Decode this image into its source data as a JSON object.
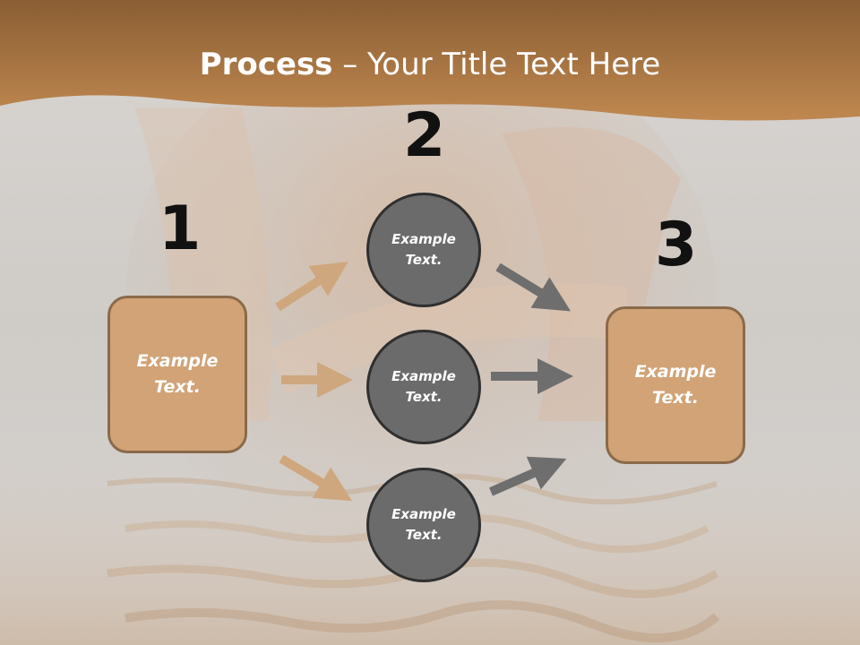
{
  "title": {
    "bold": "Process",
    "rest": " – Your Title Text Here"
  },
  "steps": [
    {
      "number": "1",
      "label": "Example Text."
    },
    {
      "number": "2",
      "labels": [
        "Example Text.",
        "Example Text.",
        "Example Text."
      ]
    },
    {
      "number": "3",
      "label": "Example Text."
    }
  ],
  "colors": {
    "banner": "#b07a44",
    "box_fill": "#d1a376",
    "circle_fill": "#6b6b6b",
    "tan_arrow": "#cfa77e",
    "gray_arrow": "#6e6e6e"
  }
}
